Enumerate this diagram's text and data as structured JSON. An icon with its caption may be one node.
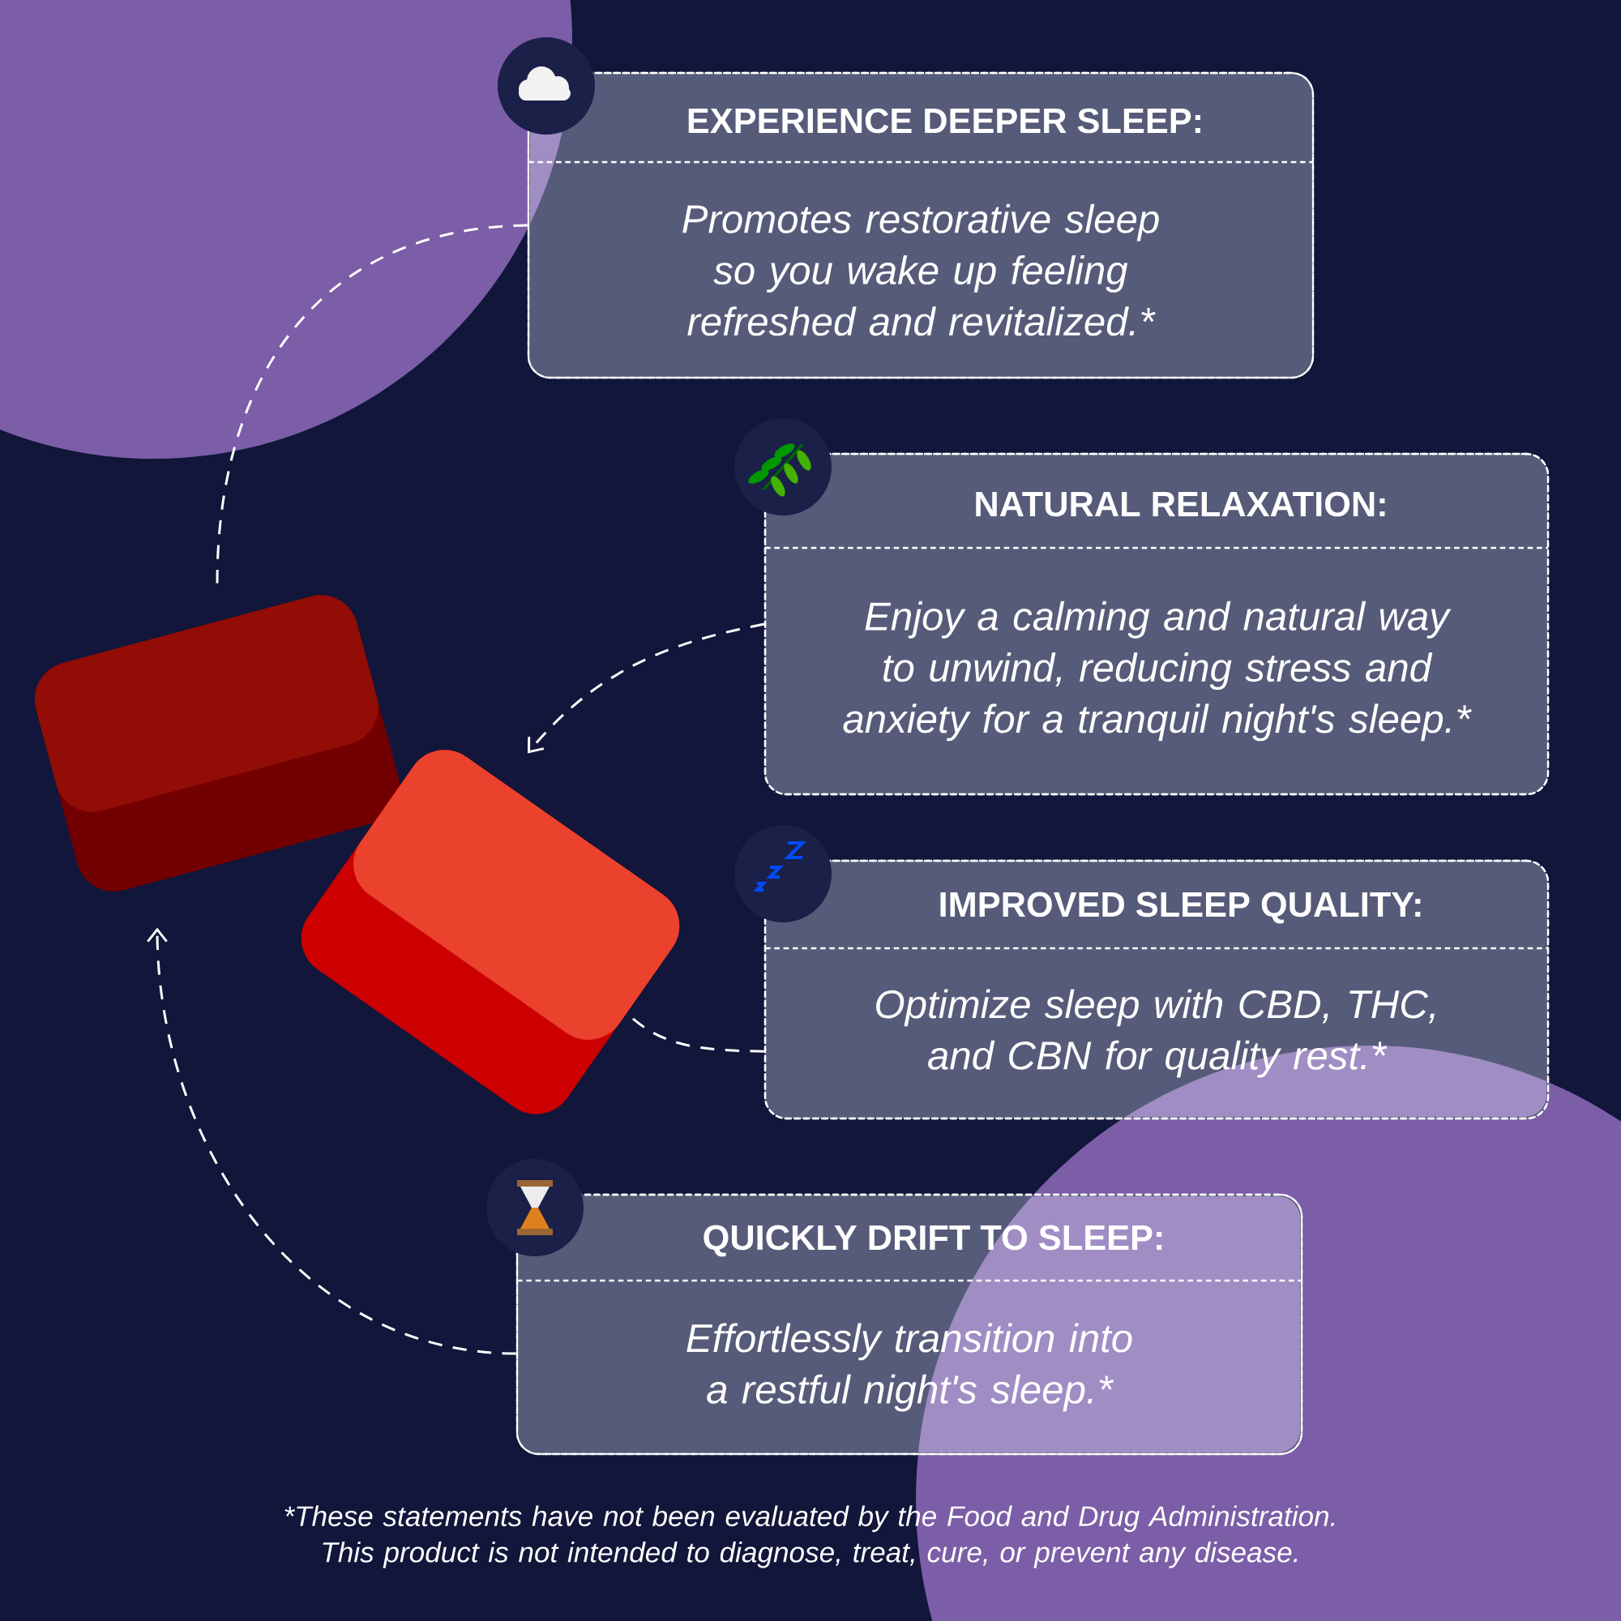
{
  "diagram": {
    "nodes": [
      {
        "text": [
          "EXPERIENCE DEEPER SLEEP:",
          "Promotes restorative sleep so you wake up feeling refreshed and revitalized.*"
        ]
      },
      {
        "text": [
          "NATURAL RELAXATION:",
          "Enjoy a calming and natural way to unwind, reducing stress and anxiety for a tranquil night's sleep.*"
        ]
      },
      {
        "text": [
          "IMPROVED SLEEP QUALITY:",
          "Optimize sleep with CBD, THC, and CBN for quality rest.*"
        ]
      },
      {
        "text": [
          "QUICKLY DRIFT TO SLEEP:",
          "Effortlessly transition into a restful night's sleep.*"
        ]
      },
      {
        "text": [],
        "shape": "picture"
      },
      {
        "text": [],
        "shape": "picture"
      }
    ],
    "edges": [
      {
        "from": 0,
        "to": 4,
        "arrow": "none",
        "style": "dashed"
      },
      {
        "from": 1,
        "to": 5,
        "arrow": "to",
        "style": "dashed"
      },
      {
        "from": 2,
        "to": 5,
        "arrow": "none",
        "style": "dashed"
      },
      {
        "from": 3,
        "to": 4,
        "arrow": "to",
        "style": "dashed"
      }
    ],
    "labels": [
      "*These statements have not been evaluated by the Food and Drug Administration. This product is not intended to diagnose, treat, cure, or prevent any disease."
    ]
  }
}
